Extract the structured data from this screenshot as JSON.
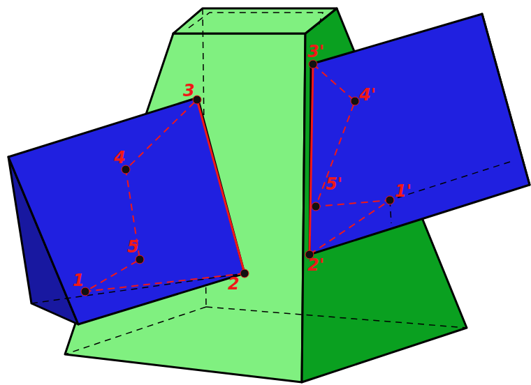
{
  "diagram": {
    "labels": [
      "3",
      "3'",
      "4'",
      "4",
      "5'",
      "1'",
      "5",
      "1",
      "2",
      "2'"
    ]
  }
}
